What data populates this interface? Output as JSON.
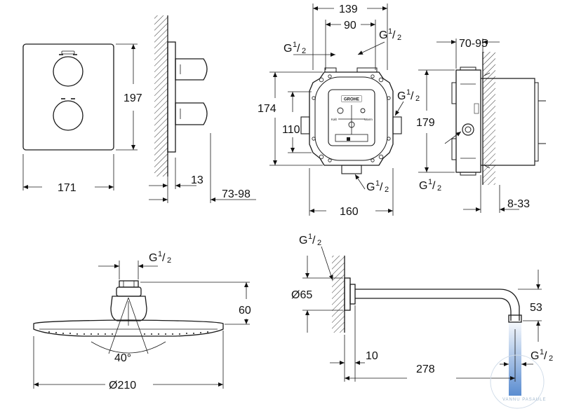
{
  "labels": {
    "d171": "171",
    "d197": "197",
    "d13": "13",
    "d73_98": "73-98",
    "d139": "139",
    "d90": "90",
    "d174": "174",
    "d110": "110",
    "d160": "160",
    "d179": "179",
    "d70_95": "70-95",
    "d8_33": "8-33",
    "d60": "60",
    "d40": "40°",
    "d210": "Ø210",
    "d65": "Ø65",
    "d10": "10",
    "d278": "278",
    "d53": "53",
    "g": "G",
    "one": "1",
    "two": "2",
    "slash": "/",
    "logo": "GROHE",
    "cold": "Kalt",
    "hot": "Warm",
    "watermark": "VANNU PASAULE"
  },
  "colors": {
    "line": "#1a1a1a",
    "accent_blue": "#3d78c8"
  }
}
